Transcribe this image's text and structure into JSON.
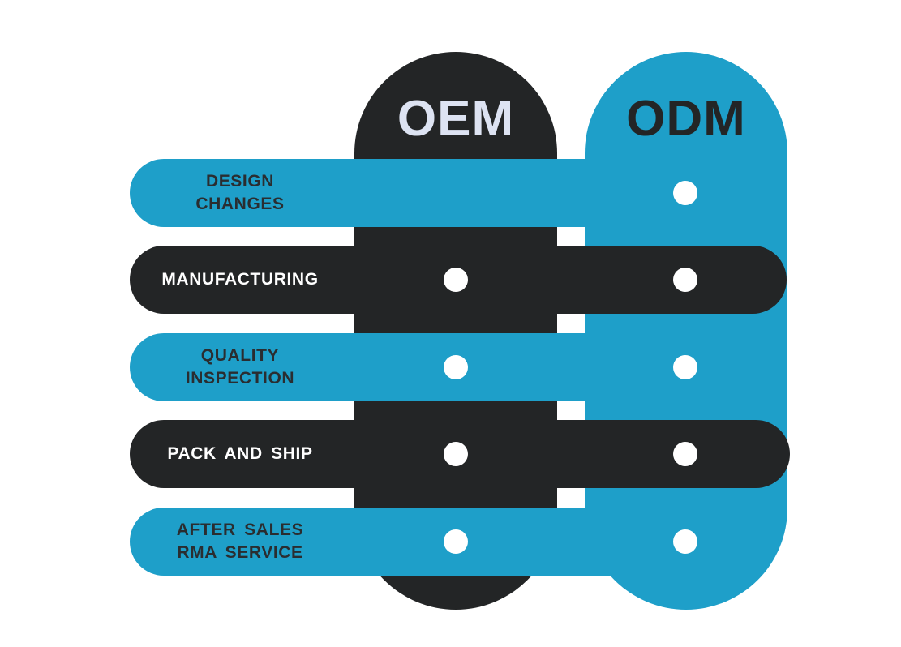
{
  "colors": {
    "blue": "#1e9fc9",
    "dark": "#232526",
    "white": "#ffffff",
    "oem_heading": "#dde3f2",
    "odm_heading": "#232526",
    "label_on_blue": "#2a2d30",
    "label_on_dark": "#ffffff"
  },
  "columns": [
    {
      "id": "oem",
      "label": "OEM",
      "color": "dark"
    },
    {
      "id": "odm",
      "label": "ODM",
      "color": "blue"
    }
  ],
  "rows": [
    {
      "label": "DESIGN\nCHANGES",
      "color": "blue",
      "oem": false,
      "odm": true
    },
    {
      "label": "MANUFACTURING",
      "color": "dark",
      "oem": true,
      "odm": true
    },
    {
      "label": "QUALITY\nINSPECTION",
      "color": "blue",
      "oem": true,
      "odm": true
    },
    {
      "label": "PACK  AND  SHIP",
      "color": "dark",
      "oem": true,
      "odm": true
    },
    {
      "label": "AFTER  SALES\nRMA  SERVICE",
      "color": "blue",
      "oem": true,
      "odm": true
    }
  ]
}
